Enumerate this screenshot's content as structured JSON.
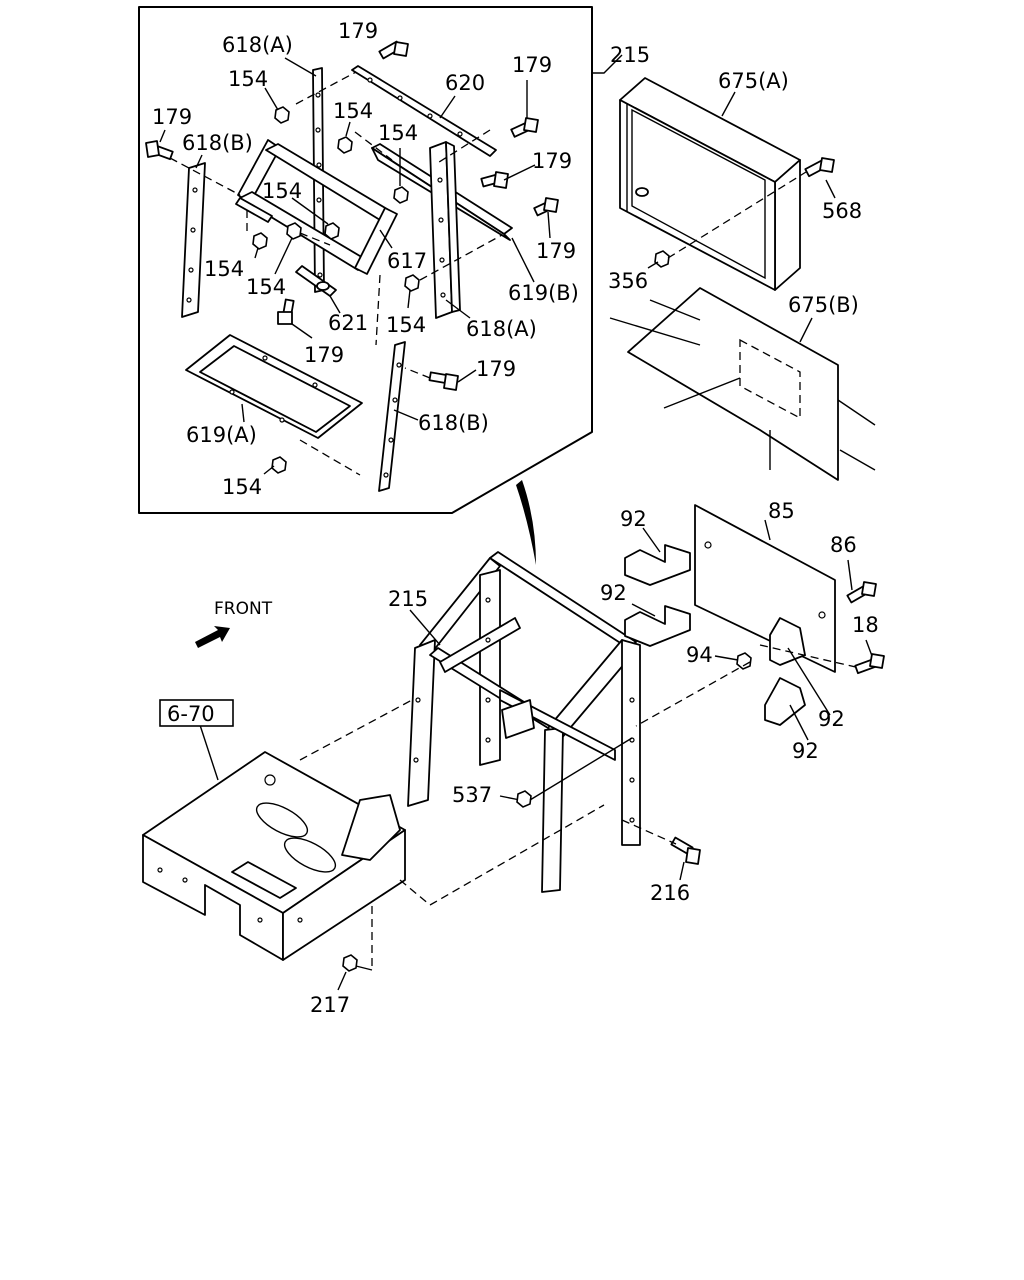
{
  "diagram": {
    "inset_labels": [
      "618(A)",
      "179",
      "154",
      "620",
      "179",
      "179",
      "618(B)",
      "154",
      "154",
      "179",
      "154",
      "617",
      "179",
      "154",
      "154",
      "619(B)",
      "621",
      "154",
      "618(A)",
      "179",
      "179",
      "619(A)",
      "618(B)",
      "154",
      "215"
    ],
    "labels": [
      {
        "t": "618(A)"
      },
      {
        "t": "179"
      },
      {
        "t": "154"
      },
      {
        "t": "620"
      },
      {
        "t": "179"
      },
      {
        "t": "179"
      },
      {
        "t": "618(B)"
      },
      {
        "t": "154"
      },
      {
        "t": "154"
      },
      {
        "t": "179"
      },
      {
        "t": "154"
      },
      {
        "t": "617"
      },
      {
        "t": "179"
      },
      {
        "t": "154"
      },
      {
        "t": "154"
      },
      {
        "t": "619(B)"
      },
      {
        "t": "621"
      },
      {
        "t": "154"
      },
      {
        "t": "618(A)"
      },
      {
        "t": "179"
      },
      {
        "t": "179"
      },
      {
        "t": "619(A)"
      },
      {
        "t": "618(B)"
      },
      {
        "t": "154"
      },
      {
        "t": "215"
      },
      {
        "t": "675(A)"
      },
      {
        "t": "568"
      },
      {
        "t": "356"
      },
      {
        "t": "675(B)"
      },
      {
        "t": "92"
      },
      {
        "t": "85"
      },
      {
        "t": "86"
      },
      {
        "t": "92"
      },
      {
        "t": "215"
      },
      {
        "t": "94"
      },
      {
        "t": "18"
      },
      {
        "t": "92"
      },
      {
        "t": "92"
      },
      {
        "t": "537"
      },
      {
        "t": "216"
      },
      {
        "t": "217"
      },
      {
        "t": "FRONT"
      },
      {
        "t": "6-70"
      }
    ]
  }
}
